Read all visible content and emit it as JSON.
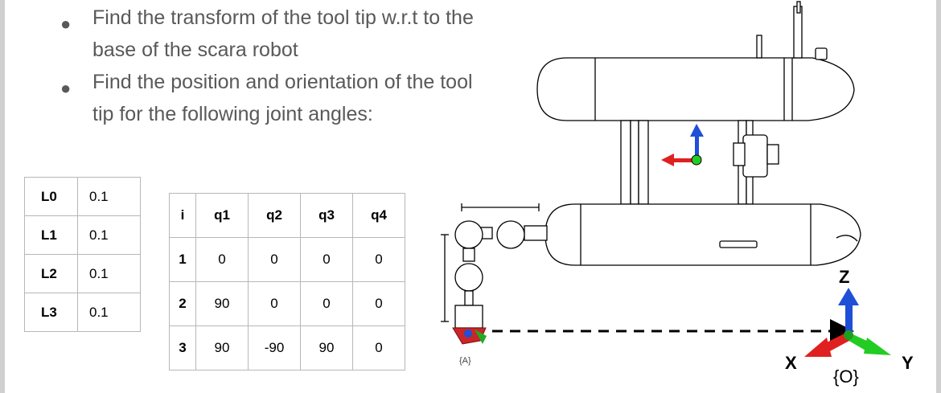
{
  "bullets": [
    "Find the transform of the tool tip w.r.t to the base of the scara robot",
    "Find the position and orientation of the tool tip for the following joint angles:"
  ],
  "link_lengths": [
    {
      "name": "L0",
      "value": "0.1"
    },
    {
      "name": "L1",
      "value": "0.1"
    },
    {
      "name": "L2",
      "value": "0.1"
    },
    {
      "name": "L3",
      "value": "0.1"
    }
  ],
  "joint_table": {
    "headers": [
      "i",
      "q1",
      "q2",
      "q3",
      "q4"
    ],
    "rows": [
      [
        "1",
        "0",
        "0",
        "0",
        "0"
      ],
      [
        "2",
        "90",
        "0",
        "0",
        "0"
      ],
      [
        "3",
        "90",
        "-90",
        "90",
        "0"
      ]
    ]
  },
  "figure": {
    "frame_a_label": "{A}",
    "frame_o_label": "{O}",
    "axis_z": "Z",
    "axis_x": "X",
    "axis_y": "Y"
  },
  "colors": {
    "text_gray": "#595959",
    "x_axis": "#e02020",
    "y_axis": "#22cc22",
    "z_axis": "#1f4fd6"
  }
}
